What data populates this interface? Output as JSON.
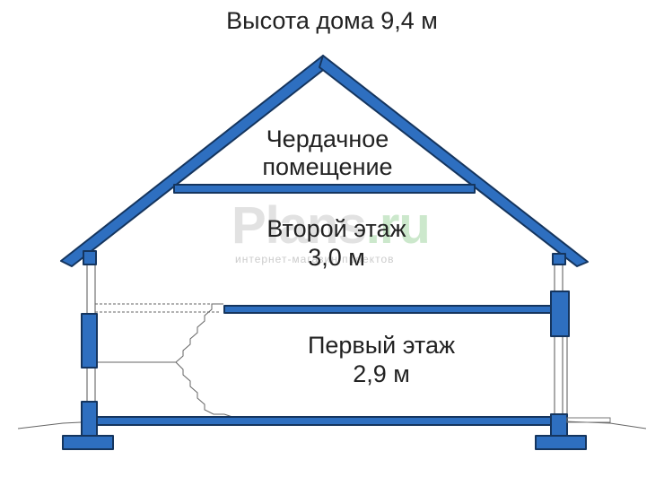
{
  "title": "Высота дома 9,4 м",
  "rooms": {
    "attic": {
      "line1": "Чердачное",
      "line2": "помещение"
    },
    "second_floor": {
      "line1": "Второй этаж",
      "line2": "3,0 м"
    },
    "first_floor": {
      "line1": "Первый этаж",
      "line2": "2,9 м"
    }
  },
  "watermark": {
    "logo": "Plans",
    "logo_suffix": ".ru",
    "tagline": "интернет-магазин проектов"
  },
  "colors": {
    "structure": "#2E6FC0",
    "outline": "#15355E",
    "thin_lines": "#555555"
  }
}
